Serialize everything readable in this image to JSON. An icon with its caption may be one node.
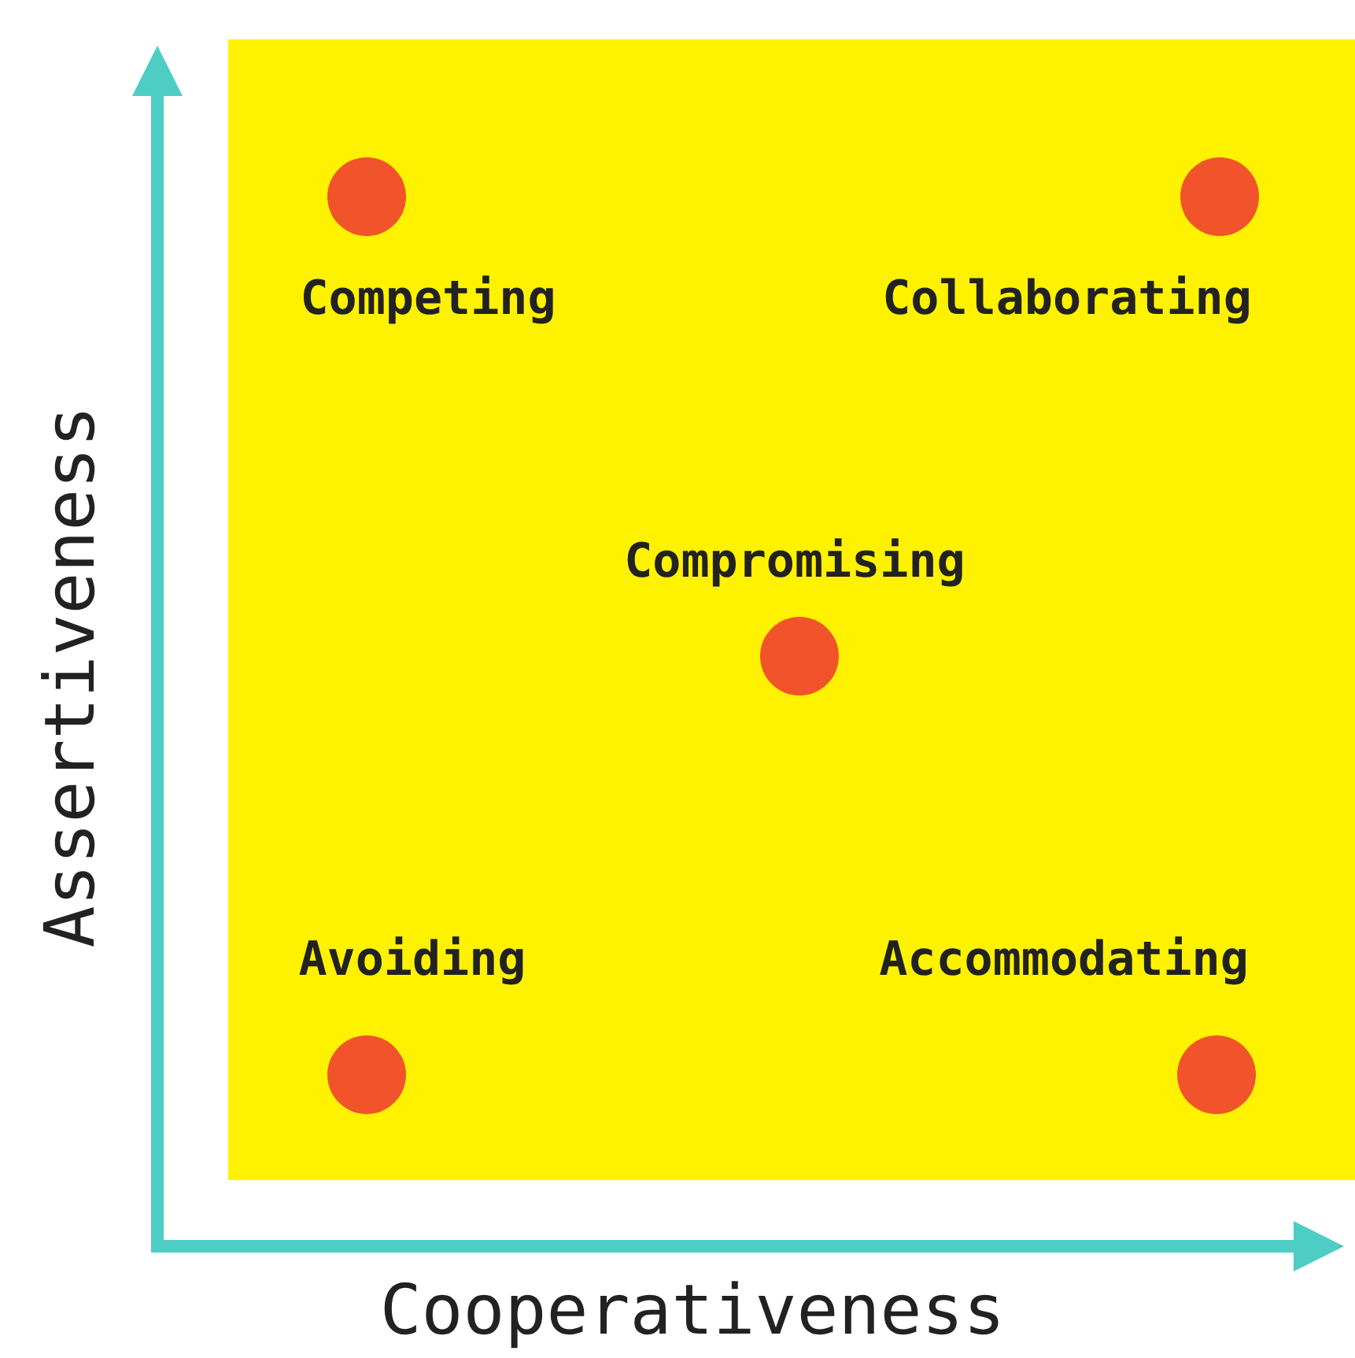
{
  "diagram": {
    "labels": [
      "Competing",
      "Collaborating",
      "Compromising",
      "Assertiveness",
      "Avoiding",
      "Accommodating",
      "Cooperativeness"
    ]
  }
}
